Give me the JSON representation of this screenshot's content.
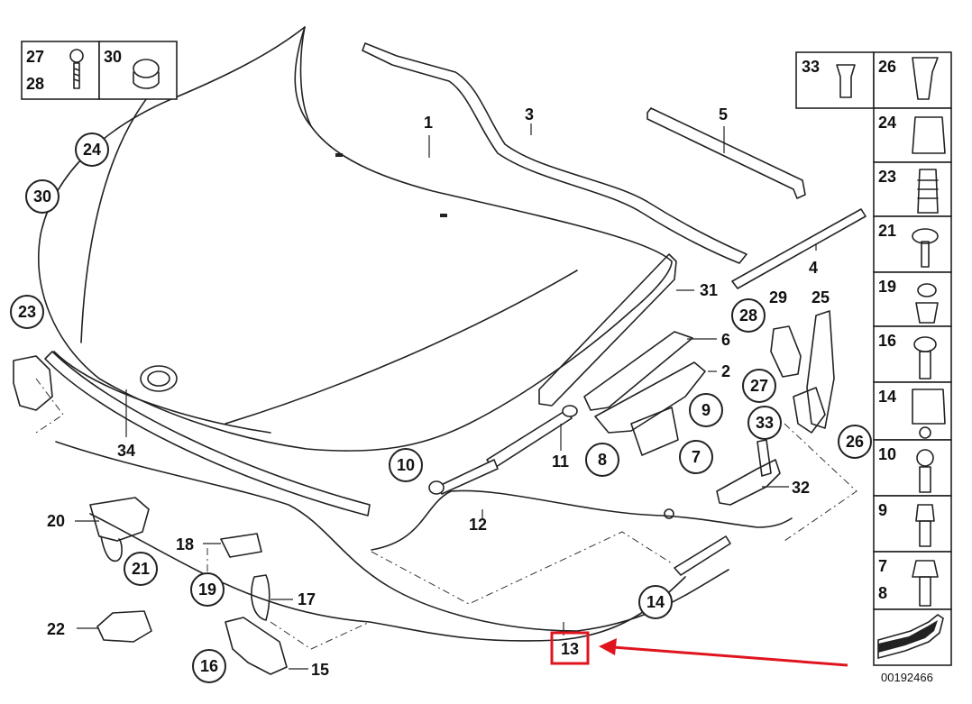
{
  "diagram": {
    "diagram_id": "00192466",
    "highlighted_part": "13",
    "highlight_color": "#e0141e",
    "labels": {
      "l1": "1",
      "l2": "2",
      "l3": "3",
      "l4": "4",
      "l5": "5",
      "l6": "6",
      "l7": "7",
      "l8": "8",
      "l9": "9",
      "l10": "10",
      "l11": "11",
      "l12": "12",
      "l13": "13",
      "l14": "14",
      "l15": "15",
      "l16": "16",
      "l17": "17",
      "l18": "18",
      "l19": "19",
      "l20": "20",
      "l21": "21",
      "l22": "22",
      "l23": "23",
      "l24": "24",
      "l25": "25",
      "l26": "26",
      "l27": "27",
      "l28": "28",
      "l29": "29",
      "l30": "30",
      "l31": "31",
      "l32": "32",
      "l33": "33",
      "l34": "34"
    },
    "top_left_box": {
      "a": "27",
      "b": "28",
      "c": "30"
    },
    "side_panel": {
      "r0a": "33",
      "r0b": "26",
      "r1": "24",
      "r2": "23",
      "r3": "21",
      "r4": "19",
      "r5": "16",
      "r6": "14",
      "r7": "10",
      "r8": "9",
      "r9a": "7",
      "r9b": "8"
    }
  }
}
